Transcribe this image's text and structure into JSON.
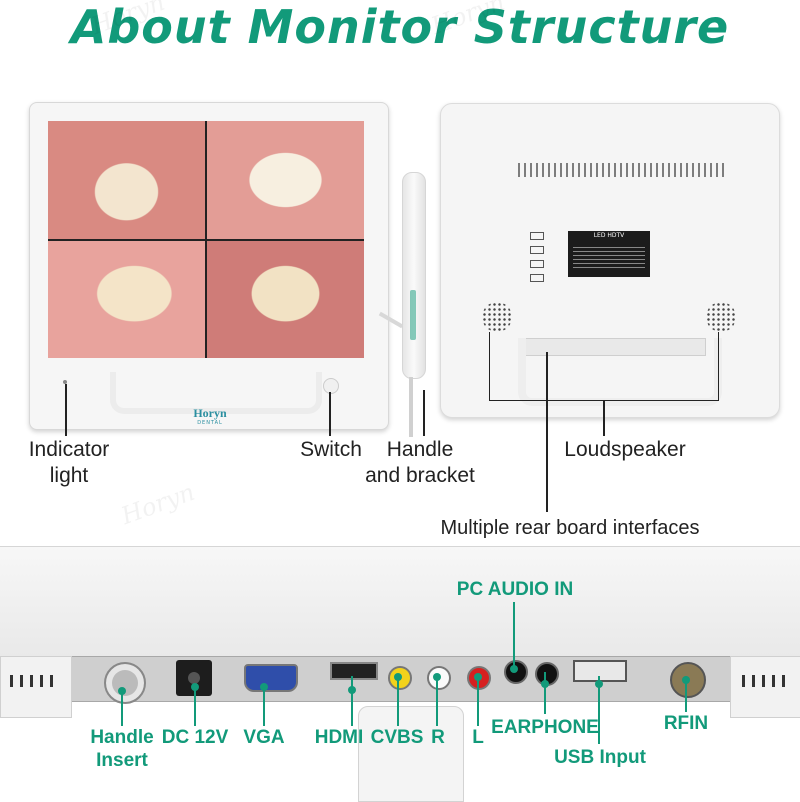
{
  "title": "About Monitor Structure",
  "brand": {
    "name": "Horyn",
    "sub": "DENTAL"
  },
  "rear_label": {
    "heading": "LED  HDTV"
  },
  "top_labels": {
    "indicator": [
      "Indicator",
      "light"
    ],
    "switch": "Switch",
    "handle": [
      "Handle",
      "and bracket"
    ],
    "loudspeaker": "Loudspeaker",
    "rear_interfaces": "Multiple rear board interfaces"
  },
  "ports": {
    "handle_insert": [
      "Handle",
      "Insert"
    ],
    "dc": "DC 12V",
    "vga": "VGA",
    "hdmi": "HDMI",
    "cvbs": "CVBS",
    "r": "R",
    "l": "L",
    "pc_audio": "PC AUDIO IN",
    "earphone": "EARPHONE",
    "usb": "USB Input",
    "rfin": "RFIN"
  },
  "colors": {
    "accent": "#129a7a",
    "frame": "#f4f4f4",
    "text": "#222222"
  }
}
